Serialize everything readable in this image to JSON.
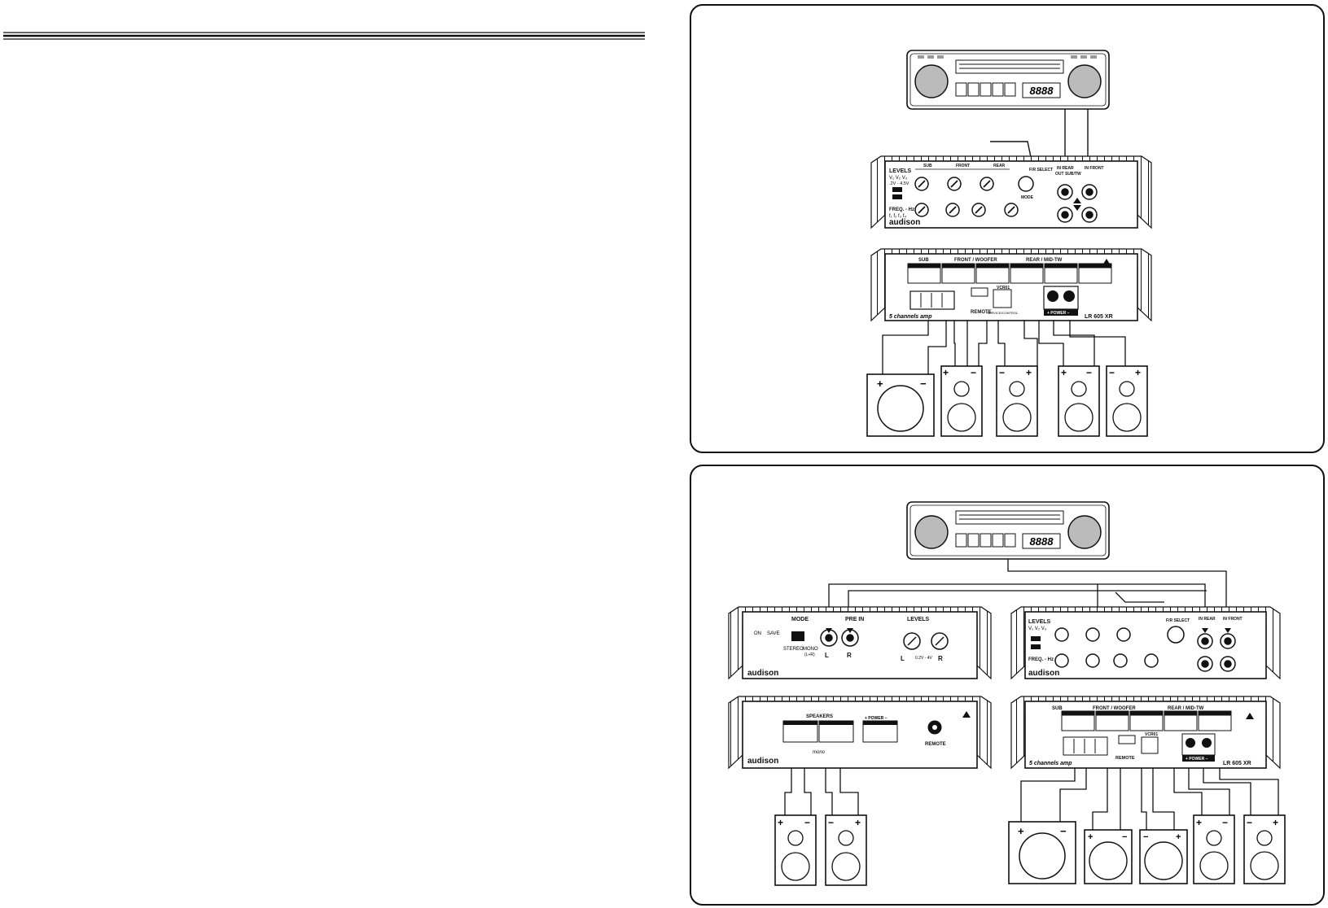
{
  "head_unit": {
    "display": "8888"
  },
  "amp5": {
    "levels_label": "LEVELS",
    "levels_values": "V₁ V₂ V₃",
    "levels_range": ".2V - 4.5V",
    "sub_label": "SUB",
    "front_label": "FRONT",
    "woofer_label": "WOOFER",
    "rear_label": "REAR",
    "mid_tw_label": "MID-TW",
    "freq_label": "FREQ. - Hz",
    "freq_values": "f₁ f₂ f₃ f₄",
    "rear_in_label": "IN REAR",
    "rear_out_label": "OUT SUB/TW",
    "front_in_label": "IN FRONT",
    "front_in_label2": "IN FRONT",
    "mode_label": "MODE",
    "switch_label": "F/R SELECT",
    "brand": "audison",
    "model": "LR 605 XR",
    "channels_label": "5 channels amp",
    "speakers_sub_label": "SUB",
    "speakers_fw_label": "FRONT / WOOFER",
    "speakers_rm_label": "REAR / MID-TW",
    "remote_label": "REMOTE",
    "power_label": "+ POWER −",
    "vcr_label": "VCR01",
    "vcr_sub": "SERVICE/CONTROL"
  },
  "amp2": {
    "mode_label": "MODE",
    "on_label": "ON",
    "save_label": "SAVE",
    "stereo_label": "STEREO",
    "mono_label": "MONO",
    "mono_sub": "(L+R)",
    "pre_in_label": "PRE IN",
    "l_label": "L",
    "r_label": "R",
    "levels_label": "LEVELS",
    "levels_range": "0.2V - 4V",
    "brand": "audison",
    "speakers_label": "SPEAKERS",
    "mono_bridge": "mono",
    "power_label": "+ POWER −",
    "remote_label": "REMOTE"
  },
  "speaker_signs": {
    "plus": "+",
    "minus": "−"
  }
}
